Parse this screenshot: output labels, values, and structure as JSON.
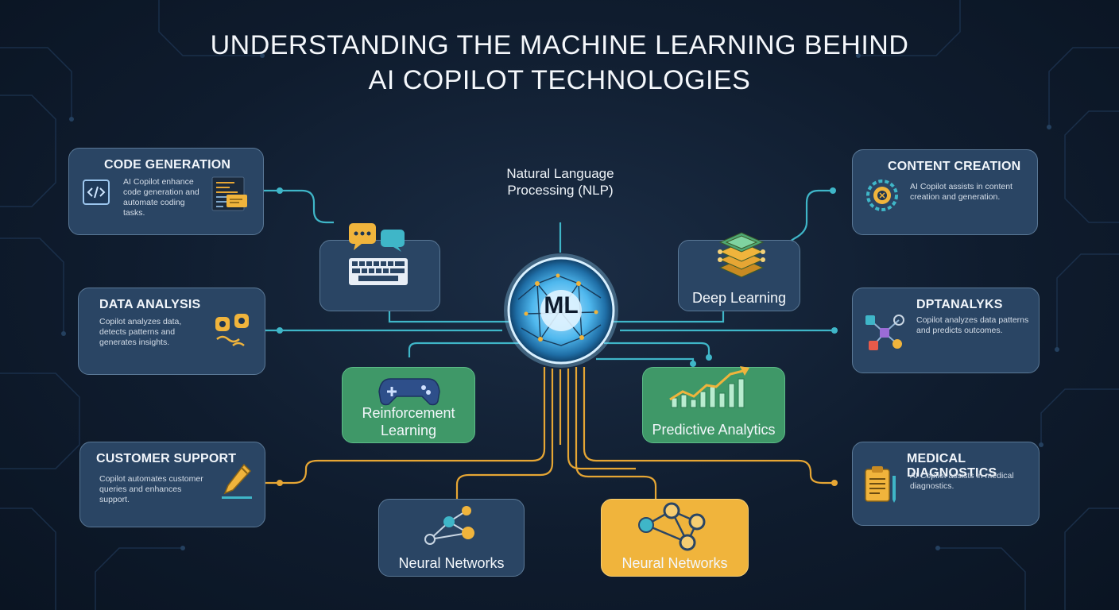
{
  "title": {
    "line1": "UNDERSTANDING THE MACHINE LEARNING BEHIND",
    "line2": "AI COPILOT TECHNOLOGIES"
  },
  "center": {
    "label": "ML",
    "top_label": "Natural Language Processing (NLP)"
  },
  "left_cards": [
    {
      "title": "CODE GENERATION",
      "desc": "AI Copilot enhance code generation and automate coding tasks.",
      "icon": "code-editor-icon"
    },
    {
      "title": "DATA ANALYSIS",
      "desc": "Copilot analyzes data, detects patterns and generates insights.",
      "icon": "data-chart-icon"
    },
    {
      "title": "CUSTOMER SUPPORT",
      "desc": "Copilot automates customer queries and enhances support.",
      "icon": "pen-icon"
    }
  ],
  "right_cards": [
    {
      "title": "CONTENT CREATION",
      "desc": "AI Copilot assists in content creation and generation.",
      "icon": "gear-brain-icon"
    },
    {
      "title": "DPTANALYKS",
      "desc": "Copilot analyzes data patterns and predicts outcomes.",
      "icon": "network-graph-icon"
    },
    {
      "title": "MEDICAL DIAGNOSTICS",
      "desc": "AI Copilot assists in medical diagnostics.",
      "icon": "clipboard-icon"
    }
  ],
  "nodes": {
    "nlp": {
      "label": "",
      "icon": "chat-keyboard-icon"
    },
    "deep_learning": {
      "label": "Deep Learning",
      "icon": "layer-stack-icon"
    },
    "reinforcement": {
      "label": "Reinforcement Learning",
      "icon": "gamepad-icon"
    },
    "predictive": {
      "label": "Predictive Analytics",
      "icon": "growth-chart-icon"
    },
    "neural_blue": {
      "label": "Neural Networks",
      "icon": "neural-graph-icon"
    },
    "neural_yellow": {
      "label": "Neural Networks",
      "icon": "neural-graph-icon"
    }
  },
  "colors": {
    "background": "#0f1c2e",
    "card": "#2a4564",
    "card_border": "#5a7896",
    "green_node": "#3f9868",
    "yellow_node": "#f0b43c",
    "cyan_link": "#3fb6c8",
    "gold_link": "#e6a634",
    "ml_glow": "#4fb8ee"
  }
}
